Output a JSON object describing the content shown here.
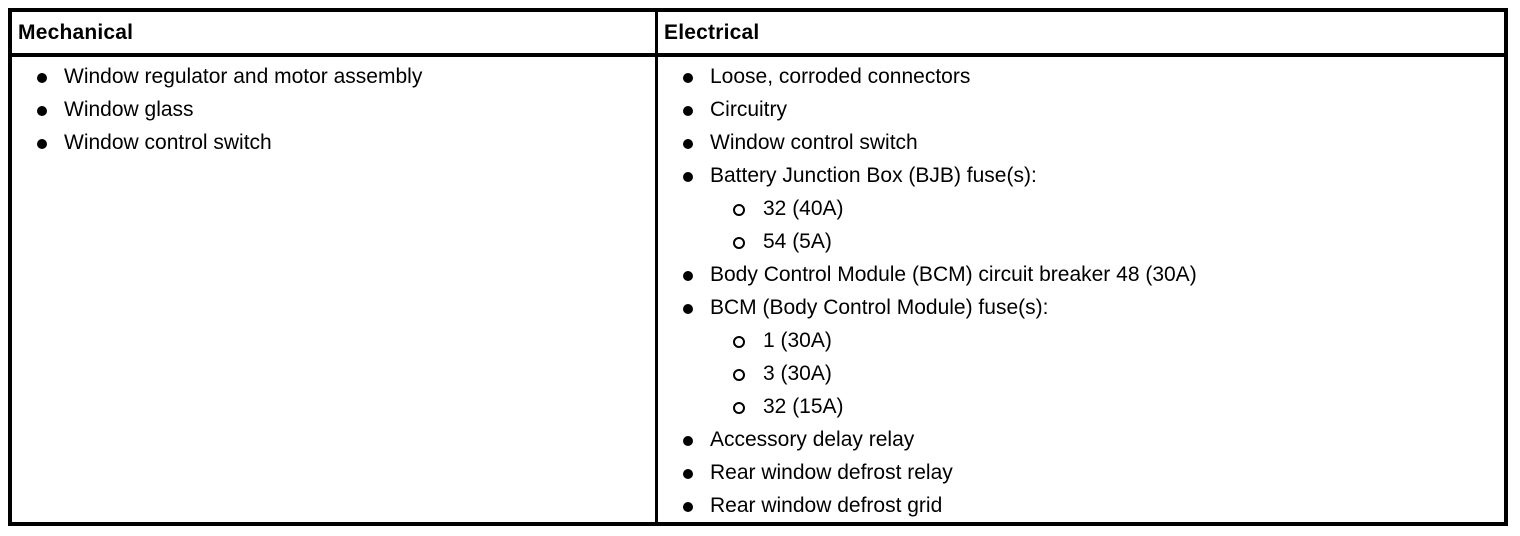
{
  "colors": {
    "text": "#000000",
    "border": "#000000",
    "background": "#ffffff"
  },
  "table": {
    "columns": [
      {
        "header": "Mechanical",
        "items": [
          {
            "label": "Window regulator and motor assembly",
            "level": 1
          },
          {
            "label": "Window glass",
            "level": 1
          },
          {
            "label": "Window control switch",
            "level": 1
          }
        ]
      },
      {
        "header": "Electrical",
        "items": [
          {
            "label": "Loose, corroded connectors",
            "level": 1
          },
          {
            "label": "Circuitry",
            "level": 1
          },
          {
            "label": "Window control switch",
            "level": 1
          },
          {
            "label": "Battery Junction Box (BJB) fuse(s):",
            "level": 1
          },
          {
            "label": "32 (40A)",
            "level": 2
          },
          {
            "label": "54 (5A)",
            "level": 2
          },
          {
            "label": "Body Control Module (BCM) circuit breaker 48 (30A)",
            "level": 1
          },
          {
            "label": "BCM (Body Control Module) fuse(s):",
            "level": 1
          },
          {
            "label": "1 (30A)",
            "level": 2
          },
          {
            "label": "3 (30A)",
            "level": 2
          },
          {
            "label": "32 (15A)",
            "level": 2
          },
          {
            "label": "Accessory delay relay",
            "level": 1
          },
          {
            "label": "Rear window defrost relay",
            "level": 1
          },
          {
            "label": "Rear window defrost grid",
            "level": 1
          }
        ]
      }
    ]
  }
}
